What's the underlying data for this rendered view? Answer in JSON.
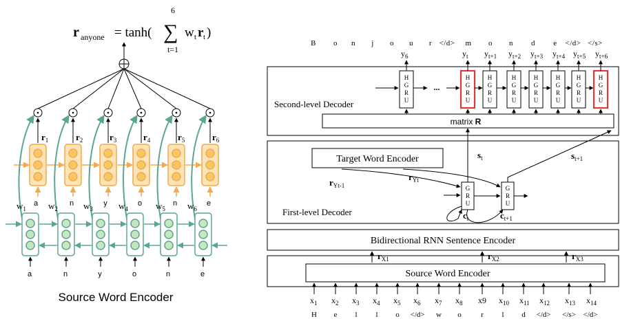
{
  "left": {
    "title": "Source Word Encoder",
    "formula": {
      "lhs": "r",
      "lhs_sub": "anyone",
      "eq_fn": "= tanh(",
      "sum_top": "6",
      "sum_bottom": "t=1",
      "term_w": "w",
      "term_w_sub": "t",
      "term_r": "r",
      "term_r_sub": "t",
      "close": ")"
    },
    "columns": [
      {
        "r": "r",
        "r_sub": "1",
        "w": "w",
        "w_sub": "1",
        "char_top": "a",
        "char_bottom": "a"
      },
      {
        "r": "r",
        "r_sub": "2",
        "w": "w",
        "w_sub": "2",
        "char_top": "n",
        "char_bottom": "n"
      },
      {
        "r": "r",
        "r_sub": "3",
        "w": "w",
        "w_sub": "3",
        "char_top": "y",
        "char_bottom": "y"
      },
      {
        "r": "r",
        "r_sub": "4",
        "w": "w",
        "w_sub": "4",
        "char_top": "o",
        "char_bottom": "o"
      },
      {
        "r": "r",
        "r_sub": "5",
        "w": "w",
        "w_sub": "5",
        "char_top": "n",
        "char_bottom": "n"
      },
      {
        "r": "r",
        "r_sub": "6",
        "w": "w",
        "w_sub": "6",
        "char_top": "e",
        "char_bottom": "e"
      }
    ],
    "colors": {
      "orange": "#f5a94a",
      "orange_fill": "#fde4b7",
      "green": "#5ba596",
      "green_fill": "#c6e6bc"
    }
  },
  "right": {
    "top_chars": [
      "B",
      "o",
      "n",
      "j",
      "o",
      "u",
      "r",
      "</d>",
      "m",
      "o",
      "n",
      "d",
      "e",
      "</d>",
      "</s>"
    ],
    "y_labels": [
      {
        "y": "y",
        "sub": "6"
      },
      {
        "y": "y",
        "sub": "t"
      },
      {
        "y": "y",
        "sub": "t+1"
      },
      {
        "y": "y",
        "sub": "t+2"
      },
      {
        "y": "y",
        "sub": "t+3"
      },
      {
        "y": "y",
        "sub": "t+4"
      },
      {
        "y": "y",
        "sub": "t+5"
      },
      {
        "y": "y",
        "sub": "t+6"
      }
    ],
    "hgru_letters": [
      "H",
      "G",
      "R",
      "U"
    ],
    "ellipsis": "...",
    "matrix_label": "matrix ",
    "matrix_bold": "R",
    "second_level_label": "Second-level Decoder",
    "first_level_label": "First-level Decoder",
    "target_encoder_label": "Target Word Encoder",
    "gru_letters": [
      "G",
      "R",
      "U"
    ],
    "s_t": {
      "s": "s",
      "sub": "t"
    },
    "s_t1": {
      "s": "s",
      "sub": "t+1"
    },
    "c_t": {
      "c": "c",
      "sub": "t"
    },
    "c_t1": {
      "c": "c",
      "sub": "t+1"
    },
    "r_yt1": {
      "r": "r",
      "sub": "Yt-1"
    },
    "r_yt": {
      "r": "r",
      "sub": "Yt"
    },
    "bidir_label": "Bidirectional RNN Sentence Encoder",
    "rx": [
      {
        "r": "r",
        "sub": "X1"
      },
      {
        "r": "r",
        "sub": "X2"
      },
      {
        "r": "r",
        "sub": "X3"
      }
    ],
    "source_encoder_label": "Source Word Encoder",
    "x_labels": [
      {
        "x": "x",
        "sub": "1"
      },
      {
        "x": "x",
        "sub": "2"
      },
      {
        "x": "x",
        "sub": "3"
      },
      {
        "x": "x",
        "sub": "4"
      },
      {
        "x": "x",
        "sub": "5"
      },
      {
        "x": "x",
        "sub": "6"
      },
      {
        "x": "x",
        "sub": "7"
      },
      {
        "x": "x",
        "sub": "8"
      },
      {
        "x": "x9",
        "sub": ""
      },
      {
        "x": "x",
        "sub": "10"
      },
      {
        "x": "x",
        "sub": "11"
      },
      {
        "x": "x",
        "sub": "12"
      },
      {
        "x": "x",
        "sub": "13"
      },
      {
        "x": "x",
        "sub": "14"
      }
    ],
    "bottom_chars": [
      "H",
      "e",
      "l",
      "l",
      "o",
      "</d>",
      "w",
      "o",
      "r",
      "l",
      "d",
      "</d>",
      "</s>",
      "</d>"
    ],
    "colors": {
      "highlight": "#d93a3a",
      "stroke": "#000000"
    }
  }
}
